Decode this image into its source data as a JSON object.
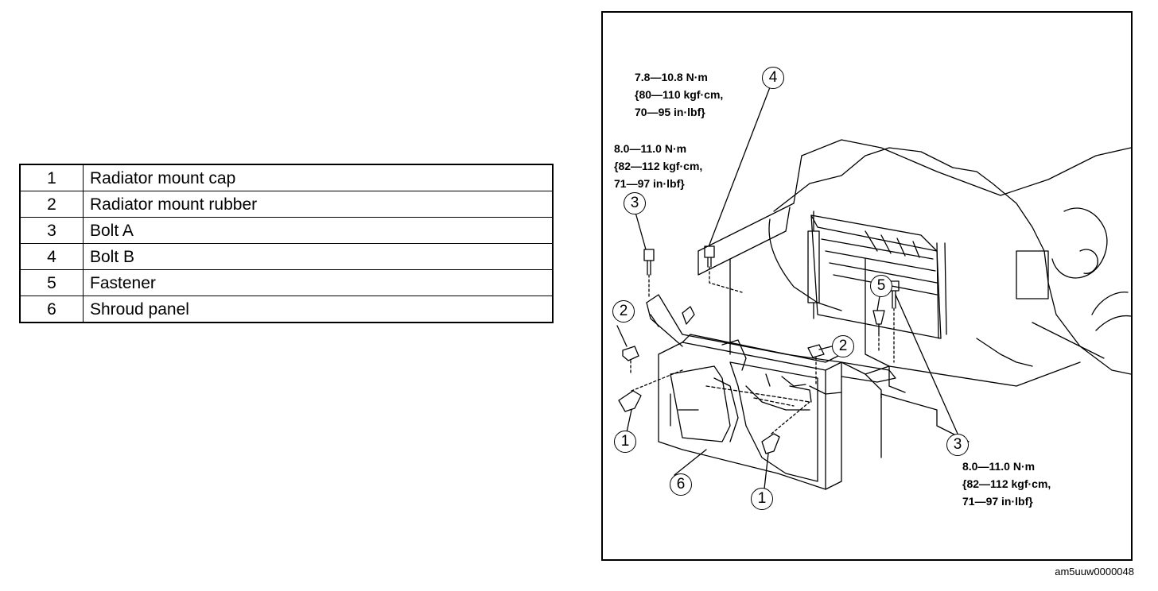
{
  "parts": [
    {
      "no": "1",
      "name": "Radiator mount cap"
    },
    {
      "no": "2",
      "name": "Radiator mount rubber"
    },
    {
      "no": "3",
      "name": "Bolt A"
    },
    {
      "no": "4",
      "name": "Bolt B"
    },
    {
      "no": "5",
      "name": "Fastener"
    },
    {
      "no": "6",
      "name": "Shroud panel"
    }
  ],
  "torque_specs": {
    "bolt_b": "7.8—10.8 N·m\n{80—110 kgf·cm,\n70—95 in·lbf}",
    "bolt_a_left": "8.0—11.0 N·m\n{82—112 kgf·cm,\n71—97 in·lbf}",
    "bolt_a_right": "8.0—11.0 N·m\n{82—112 kgf·cm,\n71—97 in·lbf}"
  },
  "callouts": {
    "c1_left": "1",
    "c1_right": "1",
    "c2_left": "2",
    "c2_right": "2",
    "c3_left": "3",
    "c3_right": "3",
    "c4": "4",
    "c5": "5",
    "c6": "6"
  },
  "figure_code": "am5uuw0000048"
}
